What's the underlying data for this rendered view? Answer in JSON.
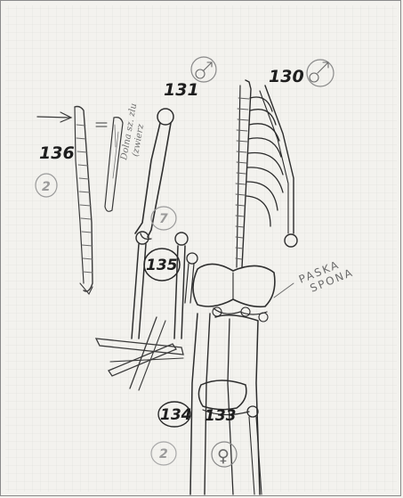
{
  "labels": {
    "b130": "130",
    "b131": "131",
    "b136": "136",
    "b135": "135",
    "b134": "134",
    "b133": "133",
    "side_note_line1": "Dolna  sz. zlu",
    "side_note_line2": "(zwierz",
    "pelvis_note_line1": "PASKA",
    "pelvis_note_line2": "SPONA",
    "circle_2a": "2",
    "circle_2b": "2",
    "circle_7": "7"
  },
  "symbols": {
    "male_symbol": "♂",
    "female_symbol": "♀"
  },
  "colors": {
    "paper": "#f3f2ee",
    "grid": "#d9dad6",
    "pencil_dark": "#2a2a2a",
    "pencil_mid": "#5a5a5a",
    "pencil_light": "#9a9a9a"
  }
}
